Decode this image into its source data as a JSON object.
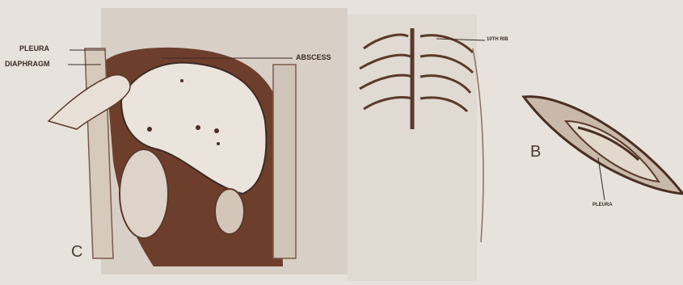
{
  "labels": {
    "pleura": "PLEURA",
    "diaphragm": "DIAPHRAGM",
    "abscess": "ABSCESS",
    "rib": "10TH RIB",
    "pleura_b": "PLEURA",
    "panel_b": "B",
    "panel_c": "C"
  },
  "colors": {
    "paper": "#e7e2dc",
    "page_panel": "#d9d2ca",
    "dark_wall": "#6e3e2c",
    "ink": "#3a2a22",
    "fluid": "#e9e2da"
  }
}
